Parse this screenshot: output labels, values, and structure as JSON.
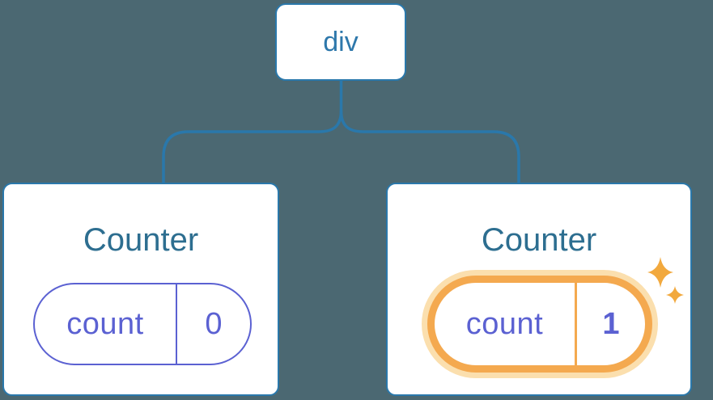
{
  "diagram": {
    "description": "Component tree with root div and two Counter children holding independent count state",
    "root": {
      "label": "div"
    },
    "children": [
      {
        "title": "Counter",
        "state": {
          "name": "count",
          "value": "0"
        },
        "highlighted": false
      },
      {
        "title": "Counter",
        "state": {
          "name": "count",
          "value": "1"
        },
        "highlighted": true
      }
    ]
  },
  "icons": {
    "sparkles": "sparkle-icon (state just updated)"
  },
  "colors": {
    "background": "#4B6872",
    "connector_blue": "#2A78AB",
    "root_label_blue": "#2E78AB",
    "title_blue": "#2D6E90",
    "state_purple": "#5B61D2",
    "highlight_orange": "#F4A94F",
    "highlight_halo": "#FBDFAE",
    "sparkle_orange": "#F2A93E",
    "card_background": "#FFFFFF"
  }
}
